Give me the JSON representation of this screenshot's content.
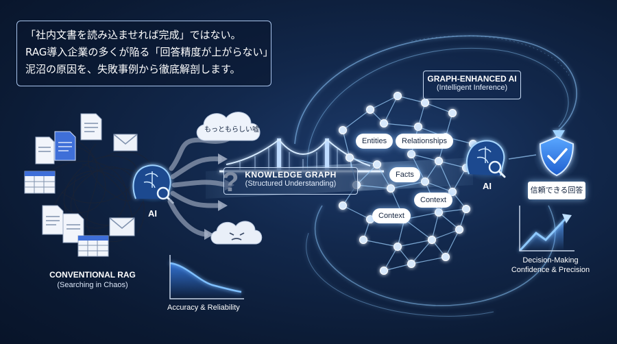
{
  "callout": {
    "line1": "「社内文書を読み込ませれば完成」ではない。",
    "line2": "RAG導入企業の多くが陥る「回答精度が上がらない」",
    "line3": "泥沼の原因を、失敗事例から徹底解剖します。"
  },
  "left": {
    "title": "CONVENTIONAL RAG",
    "subtitle": "(Searching in Chaos)",
    "ai_label": "AI",
    "cloud_top": "もっともらしい嘘",
    "question_mark": "?",
    "chart_caption": "Accuracy & Reliability"
  },
  "bridge": {
    "title": "KNOWLEDGE GRAPH",
    "subtitle": "(Structured Understanding)"
  },
  "graph": {
    "nodes": [
      "Entities",
      "Relationships",
      "Facts",
      "Context",
      "Context"
    ]
  },
  "right": {
    "header_title": "GRAPH-ENHANCED AI",
    "header_subtitle": "(Intelligent Inference)",
    "ai_label": "AI",
    "answer_box": "信頼できる回答",
    "chart_caption_line1": "Decision-Making",
    "chart_caption_line2": "Confidence & Precision"
  },
  "colors": {
    "background": "#0b1a33",
    "glow": "#7fc3ff",
    "accent": "#3d8bff",
    "shield": "#2f7bf0"
  },
  "icons": [
    "document-icon",
    "spreadsheet-icon",
    "envelope-icon",
    "brain-icon",
    "magnifier-icon",
    "cloud-icon",
    "bridge-icon",
    "shield-check-icon",
    "line-chart-icon"
  ]
}
